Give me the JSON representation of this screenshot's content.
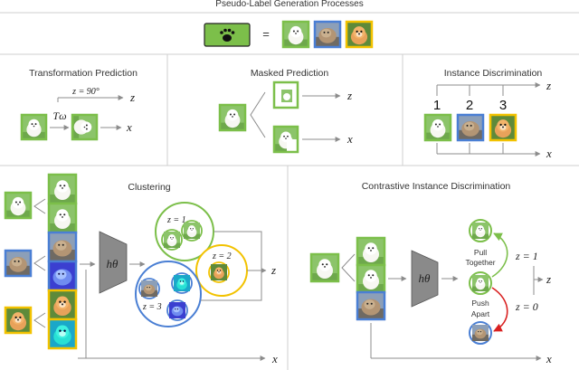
{
  "header": {
    "title": "Pseudo-Label Generation Processes",
    "equals": "="
  },
  "panels": {
    "transformation": {
      "title": "Transformation Prediction",
      "z_label": "z = 90°",
      "operator": "Tω",
      "z_axis": "z",
      "x_axis": "x"
    },
    "masked": {
      "title": "Masked Prediction",
      "z_axis": "z",
      "x_axis": "x"
    },
    "instance": {
      "title": "Instance Discrimination",
      "z_axis": "z",
      "x_axis": "x",
      "indices": [
        "1",
        "2",
        "3"
      ]
    },
    "clustering": {
      "title": "Clustering",
      "encoder": "hθ",
      "z_axis": "z",
      "x_axis": "x",
      "clusters": [
        "z = 1",
        "z = 2",
        "z = 3"
      ]
    },
    "contrastive": {
      "title": "Contrastive Instance Discrimination",
      "encoder": "hθ",
      "z_axis": "z",
      "x_axis": "x",
      "pull_line1": "Pull",
      "pull_line2": "Together",
      "push_line1": "Push",
      "push_line2": "Apart",
      "z_pos": "z = 1",
      "z_neg": "z = 0"
    }
  },
  "colors": {
    "green": "#7cbf4a",
    "blue": "#4a7fd4",
    "yellow": "#f2c200",
    "red": "#d92020",
    "divider": "#cfcfcf",
    "arrow": "#8c8c8c"
  }
}
